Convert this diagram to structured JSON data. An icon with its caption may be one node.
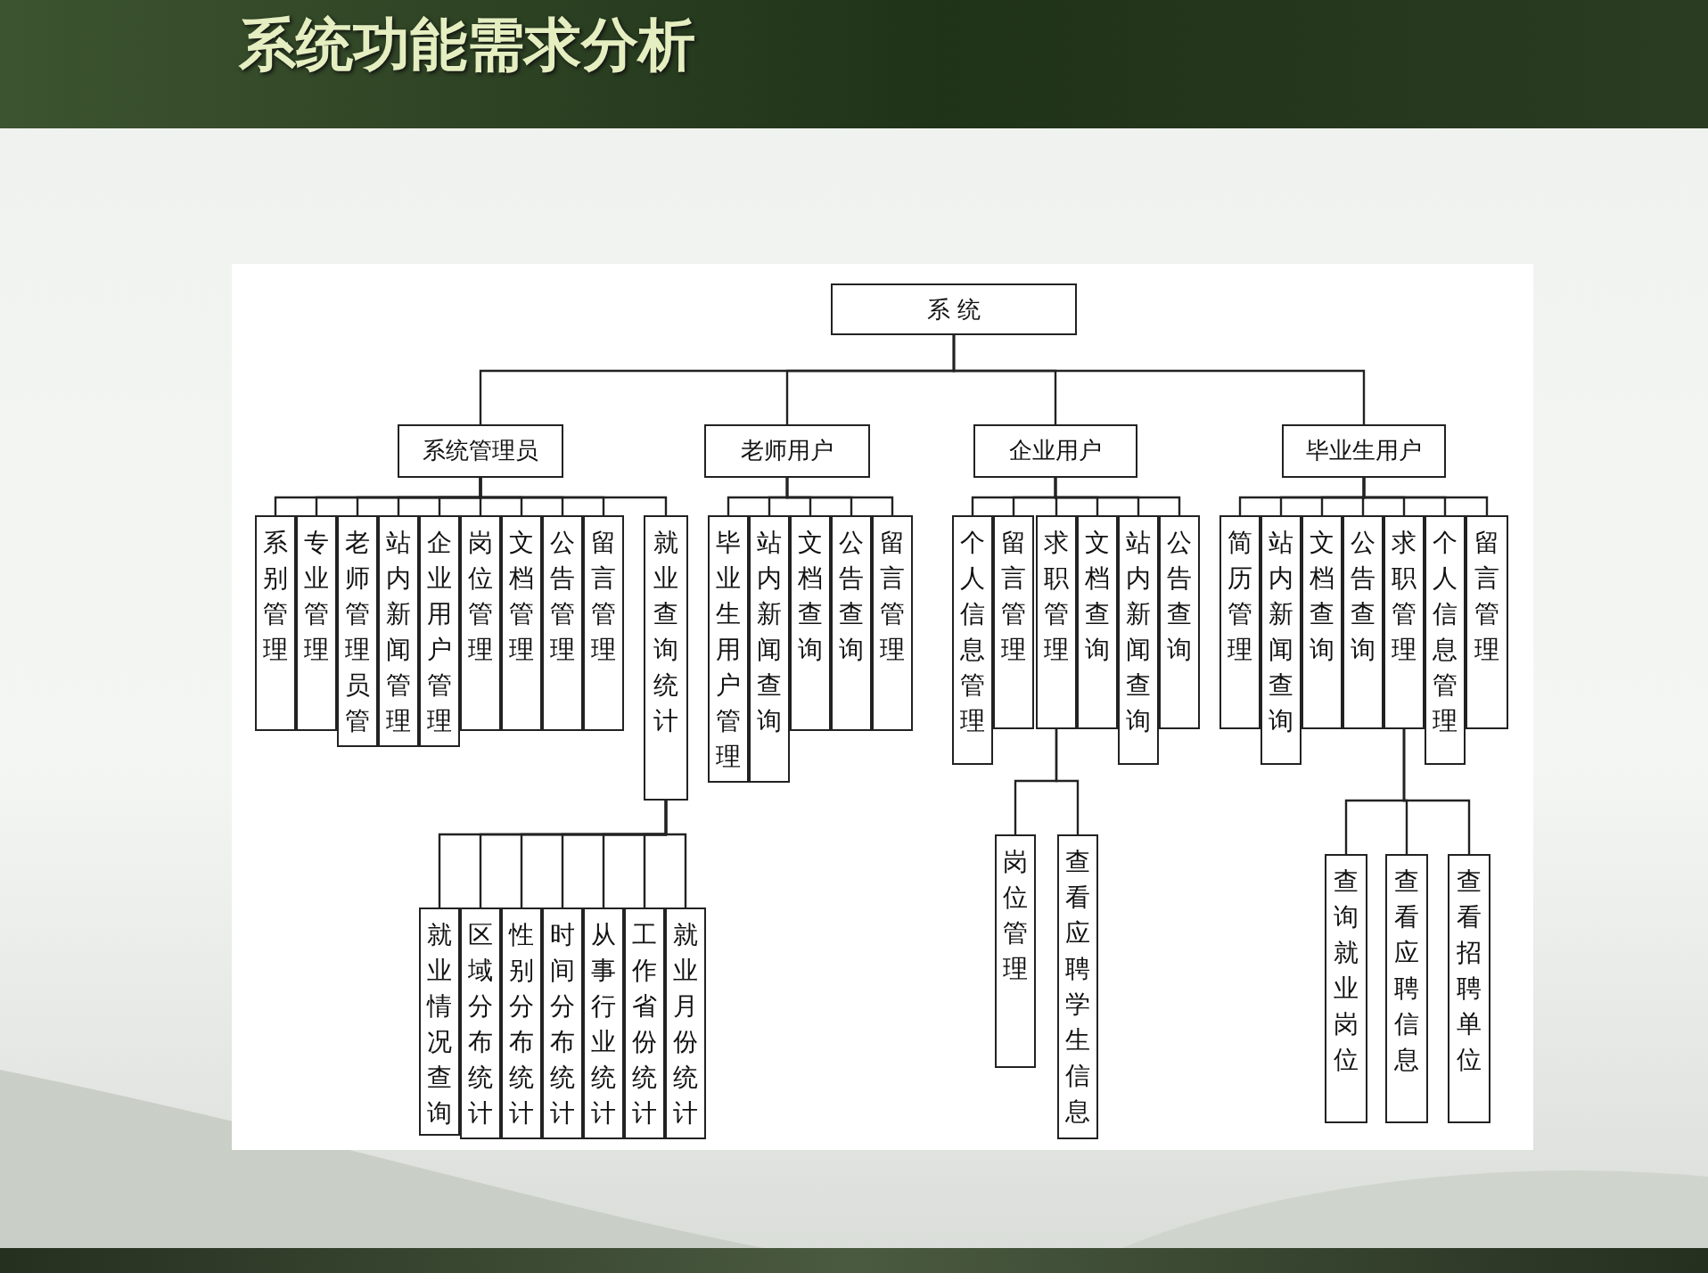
{
  "diagram": {
    "title": "系统功能需求分析",
    "nodes": [
      {
        "text": [
          "系 统"
        ]
      },
      {
        "text": [
          "系统管理员"
        ]
      },
      {
        "text": [
          "老师用户"
        ]
      },
      {
        "text": [
          "企业用户"
        ]
      },
      {
        "text": [
          "毕业生用户"
        ]
      },
      {
        "text": [
          "系别管理"
        ]
      },
      {
        "text": [
          "专业管理"
        ]
      },
      {
        "text": [
          "老师管理员管"
        ]
      },
      {
        "text": [
          "站内新闻管理"
        ]
      },
      {
        "text": [
          "企业用户管理"
        ]
      },
      {
        "text": [
          "岗位管理"
        ]
      },
      {
        "text": [
          "文档管理"
        ]
      },
      {
        "text": [
          "公告管理"
        ]
      },
      {
        "text": [
          "留言管理"
        ]
      },
      {
        "text": [
          "就业查询统计"
        ]
      },
      {
        "text": [
          "毕业生用户管理"
        ]
      },
      {
        "text": [
          "站内新闻查询"
        ]
      },
      {
        "text": [
          "文档查询"
        ]
      },
      {
        "text": [
          "公告查询"
        ]
      },
      {
        "text": [
          "留言管理"
        ]
      },
      {
        "text": [
          "个人信息管理"
        ]
      },
      {
        "text": [
          "留言管理"
        ]
      },
      {
        "text": [
          "求职管理"
        ]
      },
      {
        "text": [
          "文档查询"
        ]
      },
      {
        "text": [
          "站内新闻查询"
        ]
      },
      {
        "text": [
          "公告查询"
        ]
      },
      {
        "text": [
          "简历管理"
        ]
      },
      {
        "text": [
          "站内新闻查询"
        ]
      },
      {
        "text": [
          "文档查询"
        ]
      },
      {
        "text": [
          "公告查询"
        ]
      },
      {
        "text": [
          "求职管理"
        ]
      },
      {
        "text": [
          "个人信息管理"
        ]
      },
      {
        "text": [
          "留言管理"
        ]
      },
      {
        "text": [
          "就业情况查询"
        ]
      },
      {
        "text": [
          "区域分布统计"
        ]
      },
      {
        "text": [
          "性别分布统计"
        ]
      },
      {
        "text": [
          "时间分布统计"
        ]
      },
      {
        "text": [
          "从事行业统计"
        ]
      },
      {
        "text": [
          "工作省份统计"
        ]
      },
      {
        "text": [
          "就业月份统计"
        ]
      },
      {
        "text": [
          "岗位管理"
        ]
      },
      {
        "text": [
          "查看应聘学生信息"
        ]
      },
      {
        "text": [
          "查询就业岗位"
        ]
      },
      {
        "text": [
          "查看应聘信息"
        ]
      },
      {
        "text": [
          "查看招聘单位"
        ]
      }
    ],
    "edges": [
      {
        "from": 0,
        "to": 1,
        "arrow": "none"
      },
      {
        "from": 0,
        "to": 2,
        "arrow": "none"
      },
      {
        "from": 0,
        "to": 3,
        "arrow": "none"
      },
      {
        "from": 0,
        "to": 4,
        "arrow": "none"
      },
      {
        "from": 1,
        "to": 5,
        "arrow": "none"
      },
      {
        "from": 1,
        "to": 6,
        "arrow": "none"
      },
      {
        "from": 1,
        "to": 7,
        "arrow": "none"
      },
      {
        "from": 1,
        "to": 8,
        "arrow": "none"
      },
      {
        "from": 1,
        "to": 9,
        "arrow": "none"
      },
      {
        "from": 1,
        "to": 10,
        "arrow": "none"
      },
      {
        "from": 1,
        "to": 11,
        "arrow": "none"
      },
      {
        "from": 1,
        "to": 12,
        "arrow": "none"
      },
      {
        "from": 1,
        "to": 13,
        "arrow": "none"
      },
      {
        "from": 1,
        "to": 14,
        "arrow": "none"
      },
      {
        "from": 2,
        "to": 15,
        "arrow": "none"
      },
      {
        "from": 2,
        "to": 16,
        "arrow": "none"
      },
      {
        "from": 2,
        "to": 17,
        "arrow": "none"
      },
      {
        "from": 2,
        "to": 18,
        "arrow": "none"
      },
      {
        "from": 2,
        "to": 19,
        "arrow": "none"
      },
      {
        "from": 3,
        "to": 20,
        "arrow": "none"
      },
      {
        "from": 3,
        "to": 21,
        "arrow": "none"
      },
      {
        "from": 3,
        "to": 22,
        "arrow": "none"
      },
      {
        "from": 3,
        "to": 23,
        "arrow": "none"
      },
      {
        "from": 3,
        "to": 24,
        "arrow": "none"
      },
      {
        "from": 3,
        "to": 25,
        "arrow": "none"
      },
      {
        "from": 4,
        "to": 26,
        "arrow": "none"
      },
      {
        "from": 4,
        "to": 27,
        "arrow": "none"
      },
      {
        "from": 4,
        "to": 28,
        "arrow": "none"
      },
      {
        "from": 4,
        "to": 29,
        "arrow": "none"
      },
      {
        "from": 4,
        "to": 30,
        "arrow": "none"
      },
      {
        "from": 4,
        "to": 31,
        "arrow": "none"
      },
      {
        "from": 4,
        "to": 32,
        "arrow": "none"
      },
      {
        "from": 14,
        "to": 33,
        "arrow": "none"
      },
      {
        "from": 14,
        "to": 34,
        "arrow": "none"
      },
      {
        "from": 14,
        "to": 35,
        "arrow": "none"
      },
      {
        "from": 14,
        "to": 36,
        "arrow": "none"
      },
      {
        "from": 14,
        "to": 37,
        "arrow": "none"
      },
      {
        "from": 14,
        "to": 38,
        "arrow": "none"
      },
      {
        "from": 14,
        "to": 39,
        "arrow": "none"
      },
      {
        "from": 22,
        "to": 40,
        "arrow": "none"
      },
      {
        "from": 22,
        "to": 41,
        "arrow": "none"
      },
      {
        "from": 30,
        "to": 42,
        "arrow": "none"
      },
      {
        "from": 30,
        "to": 43,
        "arrow": "none"
      },
      {
        "from": 30,
        "to": 44,
        "arrow": "none"
      }
    ]
  }
}
